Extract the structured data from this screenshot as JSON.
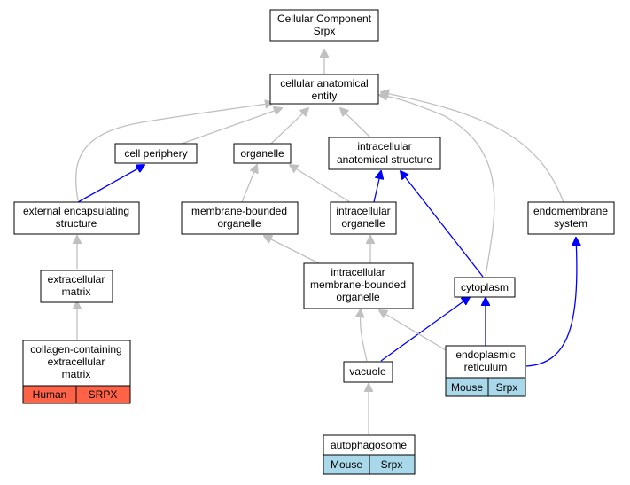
{
  "nodes": {
    "root": [
      "Cellular Component",
      "Srpx"
    ],
    "cae": [
      "cellular anatomical",
      "entity"
    ],
    "cell_periphery": [
      "cell periphery"
    ],
    "organelle": [
      "organelle"
    ],
    "ias": [
      "intracellular",
      "anatomical structure"
    ],
    "ees": [
      "external encapsulating",
      "structure"
    ],
    "mbo": [
      "membrane-bounded",
      "organelle"
    ],
    "io": [
      "intracellular",
      "organelle"
    ],
    "endomembrane": [
      "endomembrane",
      "system"
    ],
    "ecm": [
      "extracellular",
      "matrix"
    ],
    "imbo": [
      "intracellular",
      "membrane-bounded",
      "organelle"
    ],
    "cytoplasm": [
      "cytoplasm"
    ],
    "collagen": [
      "collagen-containing",
      "extracellular",
      "matrix"
    ],
    "er": [
      "endoplasmic",
      "reticulum"
    ],
    "vacuole": [
      "vacuole"
    ],
    "autophagosome": [
      "autophagosome"
    ]
  },
  "tags": {
    "collagen": [
      "Human",
      "SRPX"
    ],
    "er": [
      "Mouse",
      "Srpx"
    ],
    "autophagosome": [
      "Mouse",
      "Srpx"
    ]
  },
  "colors": {
    "is_a_edge": "#c0c0c0",
    "part_of_edge": "#0000ff",
    "human_tag": "#ff6347",
    "mouse_tag": "#a8d8ea"
  }
}
